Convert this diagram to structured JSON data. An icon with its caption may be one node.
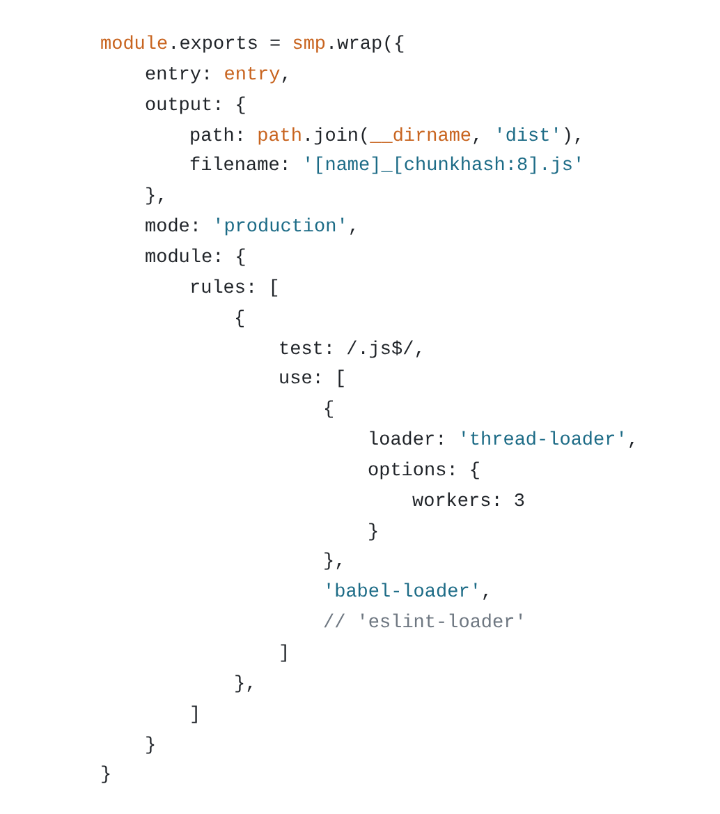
{
  "diagram": {
    "labels": [
      "module.exports = smp.wrap({",
      "entry: entry,",
      "output: {",
      "path: path.join(__dirname, 'dist'),",
      "filename: '[name]_[chunkhash:8].js'",
      "},",
      "mode: 'production',",
      "module: {",
      "rules: [",
      "{",
      "test: /.js$/,",
      "use: [",
      "{",
      "loader: 'thread-loader',",
      "options: {",
      "workers: 3",
      "}",
      "},",
      "'babel-loader',",
      "// 'eslint-loader'",
      "]",
      "},",
      "]",
      "}",
      "}"
    ]
  }
}
